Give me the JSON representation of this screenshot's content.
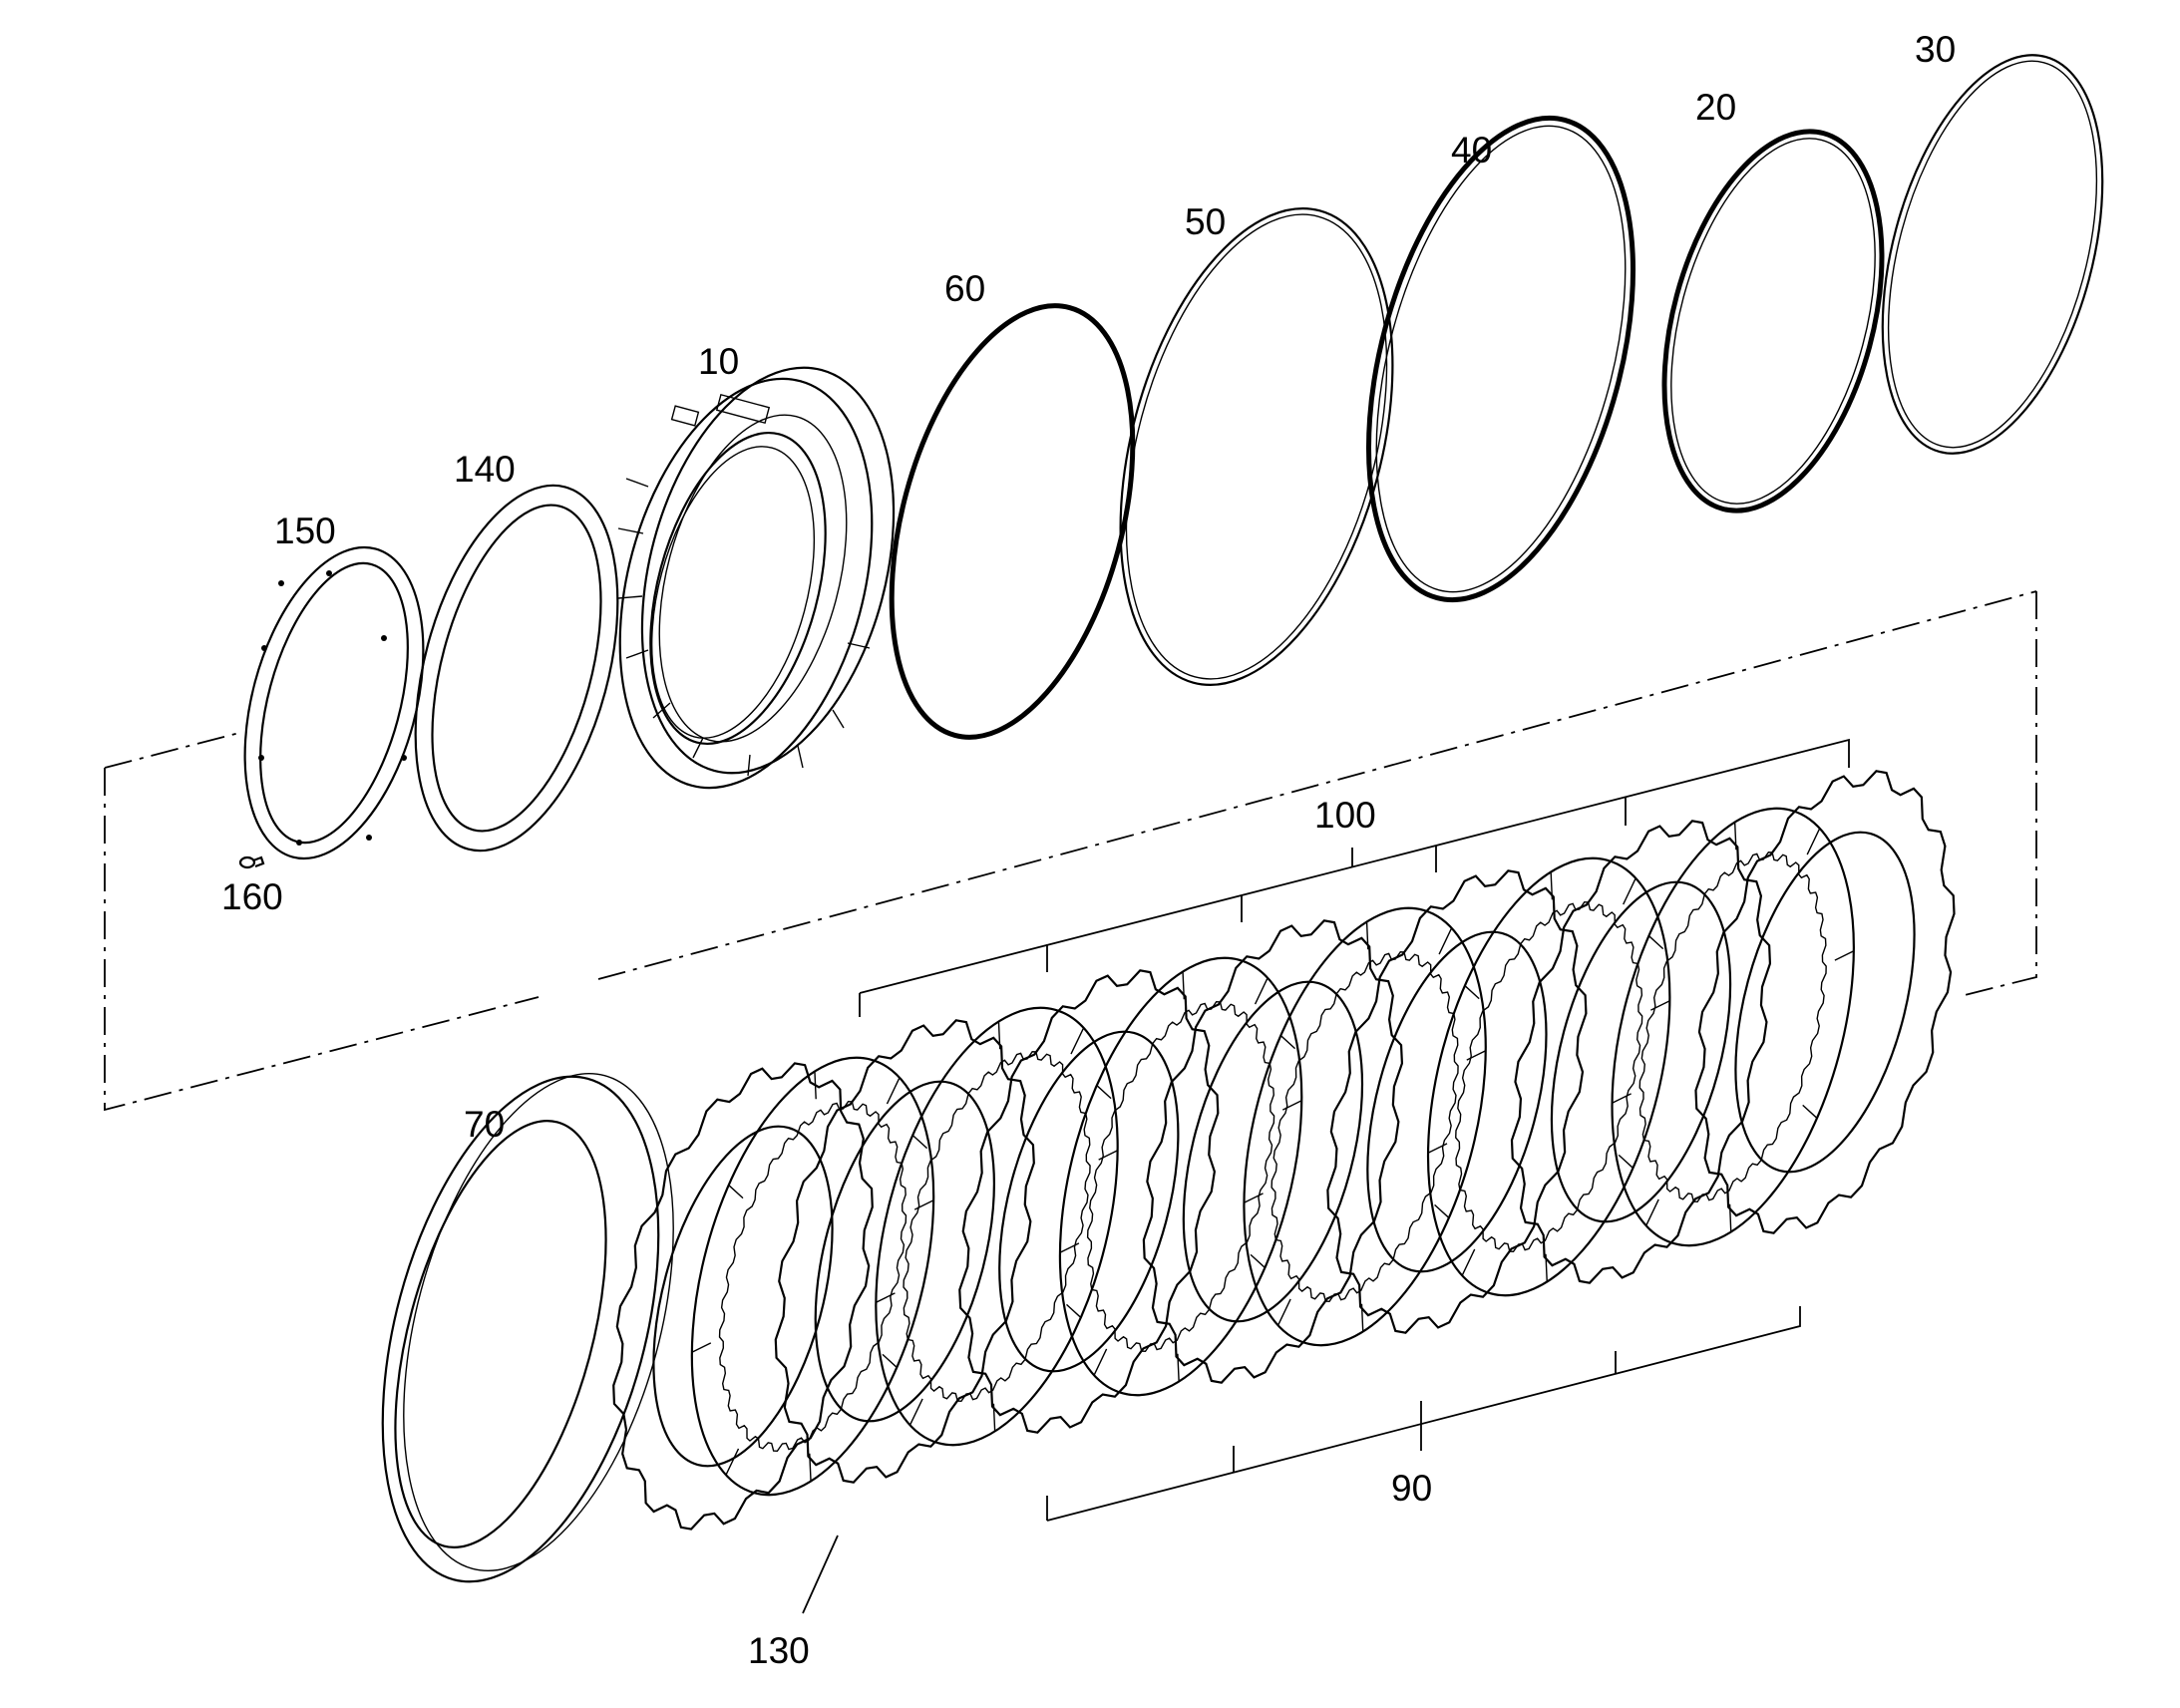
{
  "diagram": {
    "callouts": [
      {
        "id": "part-10",
        "text": "10"
      },
      {
        "id": "part-20",
        "text": "20"
      },
      {
        "id": "part-30",
        "text": "30"
      },
      {
        "id": "part-40",
        "text": "40"
      },
      {
        "id": "part-50",
        "text": "50"
      },
      {
        "id": "part-60",
        "text": "60"
      },
      {
        "id": "part-70",
        "text": "70"
      },
      {
        "id": "part-90",
        "text": "90"
      },
      {
        "id": "part-100",
        "text": "100"
      },
      {
        "id": "part-130",
        "text": "130"
      },
      {
        "id": "part-140",
        "text": "140"
      },
      {
        "id": "part-150",
        "text": "150"
      },
      {
        "id": "part-160",
        "text": "160"
      }
    ]
  }
}
